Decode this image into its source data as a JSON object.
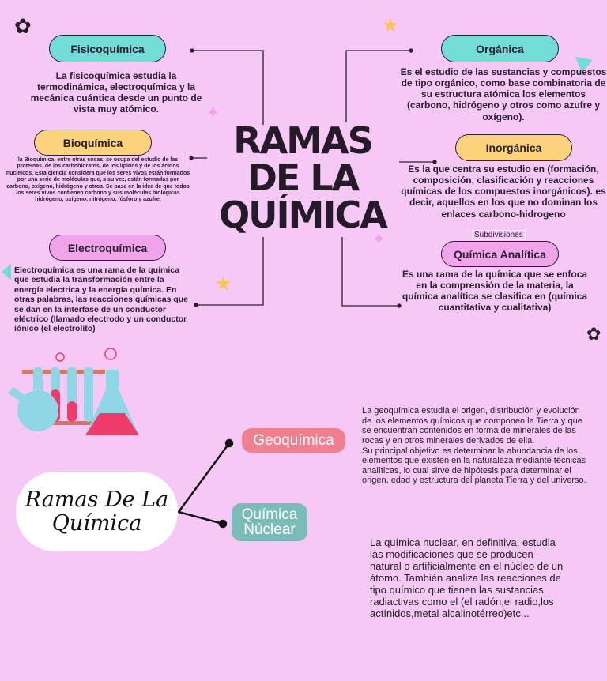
{
  "title": "RAMAS DE LA QUÍMICA",
  "branches": {
    "fisicoquimica": {
      "label": "Fisicoquímica",
      "text": "La fisicoquímica estudia la termodinámica, electroquímica y la mecánica cuántica desde un punto de vista muy atómico."
    },
    "bioquimica": {
      "label": "Bioquímica",
      "text": "la Bioquímica, entre otras cosas, se ocupa del estudio de las proteínas, de los carbohidratos, de los lípidos y de los ácidos nucleicos. Esta ciencia considera que los seres vivos están formados por una serie de moléculas que, a su vez, están formadas por carbono, oxígeno, hidrógeno y otros. Se basa en la idea de que todos los seres vivos contienen carbono y sus moléculas biológicas hidrógeno, oxígeno, nitrógeno, fósforo y azufre."
    },
    "electroquimica": {
      "label": "Electroquímica",
      "text": "Electroquímica es una rama de la química que estudia la transformación entre la energía electrica y la energía química. En otras palabras, las reacciones químicas que se dan en la interfase de un conductor eléctrico (llamado electrodo y un conductor iónico (el electrolito)"
    },
    "organica": {
      "label": "Orgánica",
      "text": "Es el estudio de las sustancias y compuestos de tipo orgánico, como base combinatoria de su estructura atómica los elementos (carbono, hidrógeno y otros como azufre y oxígeno)."
    },
    "inorganica": {
      "label": "Inorgánica",
      "text": "Es la que centra su estudio en (formación, composición, clasificación y reacciones químicas de los compuestos inorgánicos). es decir, aquellos en los que no dominan los enlaces carbono-hidrogeno"
    },
    "subdivisiones": "Subdivisiones",
    "analitica": {
      "label": "Química Analítica",
      "text": "Es una rama de la química que se enfoca en la comprensión de la materia, la química analítica se clasifica en (química cuantitativa y cualitativa)"
    }
  },
  "second": {
    "center": "Ramas De La Química",
    "geo": {
      "label": "Geoquímica",
      "text1": "La geoquímica estudia el origen, distribución y evolución de los elementos químicos que componen la Tierra y que se encuentran contenidos en forma de minerales de las rocas y en otros minerales derivados de ella.",
      "text2": "Su principal objetivo es determinar la abundancia de los elementos que existen en la naturaleza mediante técnicas analíticas, lo cual sirve de hipótesis para determinar el origen, edad y estructura del planeta Tierra y del universo."
    },
    "nuclear": {
      "label": "Química Núclear",
      "text": "La química nuclear, en definitiva, estudia las modificaciones que se producen natural o artificialmente en el núcleo de un átomo. También analiza las reacciones de tipo químico que tienen las sustancias radiactivas como el (el radón,el radio,los actínidos,metal alcalinotérreo)etc..."
    }
  },
  "colors": {
    "background": "#f6c8f6",
    "teal": "#72dcd6",
    "orange": "#fcd27c",
    "pink": "#f2a4ea",
    "geo": "#f0808f",
    "nuclear": "#7bbcb8"
  }
}
